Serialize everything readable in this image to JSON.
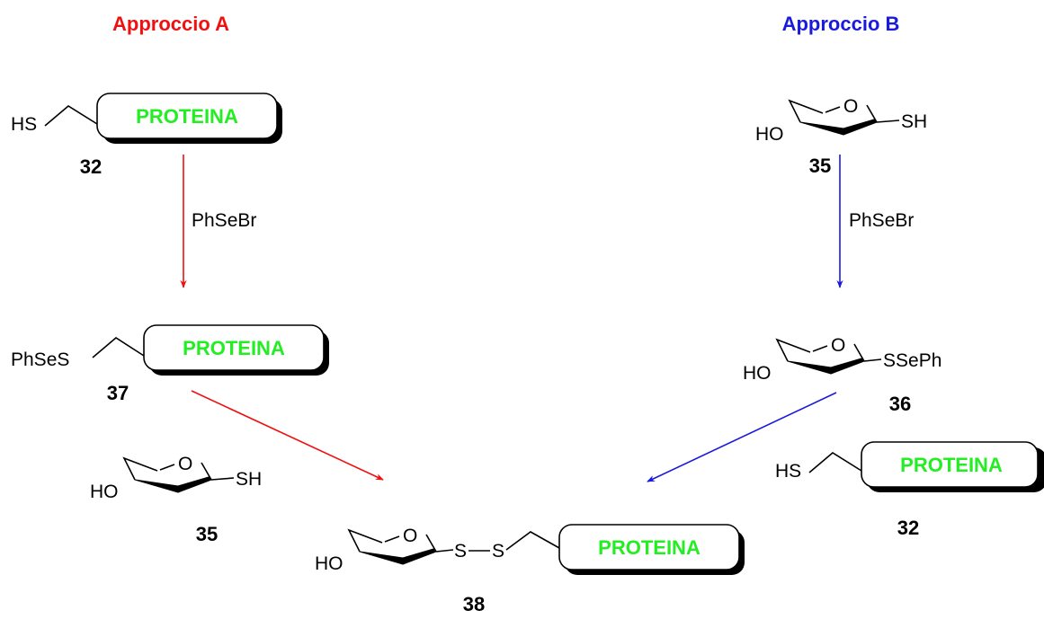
{
  "colors": {
    "approach_a": "#ee1111",
    "approach_b": "#1a1adc",
    "protein_text": "#22ee22",
    "ink": "#000000"
  },
  "approach_a": {
    "title": "Approccio A",
    "start_group": "HS",
    "start_protein": "PROTEINA",
    "start_number": "32",
    "reagent": "PhSeBr",
    "intermediate_group": "PhSeS",
    "intermediate_protein": "PROTEINA",
    "intermediate_number": "37",
    "sugar_oh": "HO",
    "sugar_ring_o": "O",
    "sugar_group": "SH",
    "sugar_number": "35"
  },
  "approach_b": {
    "title": "Approccio B",
    "start_oh": "HO",
    "start_ring_o": "O",
    "start_group": "SH",
    "start_number": "35",
    "reagent": "PhSeBr",
    "intermediate_oh": "HO",
    "intermediate_ring_o": "O",
    "intermediate_group": "SSePh",
    "intermediate_number": "36",
    "partner_group": "HS",
    "partner_protein": "PROTEINA",
    "partner_number": "32"
  },
  "product": {
    "oh": "HO",
    "ring_o": "O",
    "s1": "S",
    "s2": "S",
    "protein": "PROTEINA",
    "number": "38"
  }
}
